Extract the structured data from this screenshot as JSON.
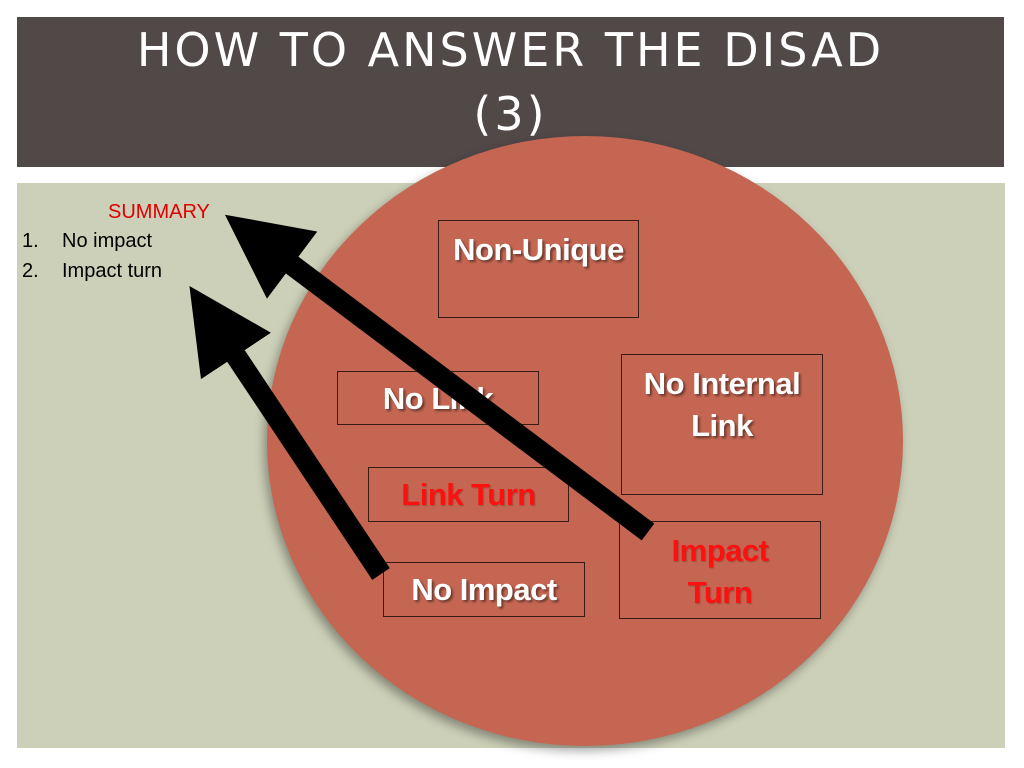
{
  "slide": {
    "title_line1": "HOW TO ANSWER THE DISAD",
    "title_line2": "(3)"
  },
  "summary": {
    "heading": "SUMMARY",
    "items": [
      {
        "num": "1.",
        "label": "No impact"
      },
      {
        "num": "2.",
        "label": "Impact turn"
      }
    ]
  },
  "boxes": {
    "non_unique": "Non-Unique",
    "no_link": "No Link",
    "no_internal_link_line1": "No Internal",
    "no_internal_link_line2": "Link",
    "link_turn": "Link Turn",
    "no_impact": "No Impact",
    "impact_turn_line1": "Impact",
    "impact_turn_line2": "Turn"
  },
  "colors": {
    "title_bar": "#514848",
    "content_bg": "#ccd0b8",
    "circle": "#c46652",
    "red_text": "#ff1010",
    "summary_heading": "#e00000"
  }
}
